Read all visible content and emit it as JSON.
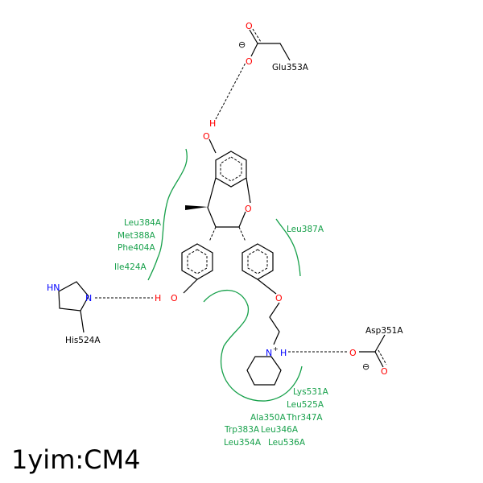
{
  "title": "1yim:CM4",
  "atoms": {
    "O": "O",
    "H": "H",
    "N": "N",
    "NH": "HN",
    "charge_minus": "⊖",
    "charge_plus": "+"
  },
  "residues": {
    "glu353": "Glu353A",
    "his524": "His524A",
    "asp351": "Asp351A",
    "leu384": "Leu384A",
    "met388": "Met388A",
    "phe404": "Phe404A",
    "ile424": "Ile424A",
    "leu387": "Leu387A",
    "lys531": "Lys531A",
    "leu525": "Leu525A",
    "ala350": "Ala350A",
    "thr347": "Thr347A",
    "trp383": "Trp383A",
    "leu346": "Leu346A",
    "leu354": "Leu354A",
    "leu536": "Leu536A"
  },
  "colors": {
    "hydrophobic": "#16a04a",
    "oxygen": "#ff0000",
    "nitrogen": "#0000ff"
  }
}
